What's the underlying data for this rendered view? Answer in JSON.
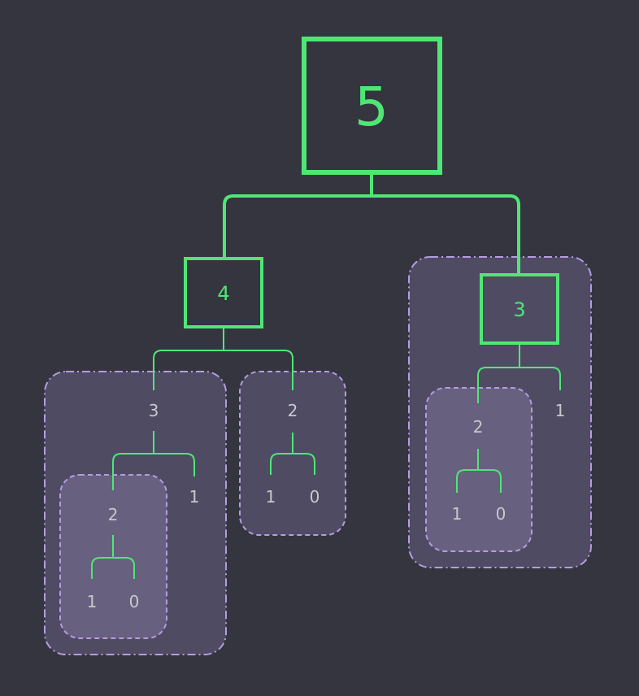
{
  "colors": {
    "background": "#34353f",
    "highlight_green": "#4ee776",
    "label_gray": "#c8c8cc",
    "region_outer": "#4f4b63",
    "region_inner": "#68607f",
    "region_border": "#b59cdf"
  },
  "tree": {
    "root": "5",
    "left": {
      "value": "4",
      "left": {
        "value": "3",
        "left": {
          "value": "2",
          "left": "1",
          "right": "0"
        },
        "right": "1"
      },
      "right": {
        "value": "2",
        "left": "1",
        "right": "0"
      }
    },
    "right": {
      "value": "3",
      "left": {
        "value": "2",
        "left": "1",
        "right": "0"
      },
      "right": "1"
    }
  }
}
